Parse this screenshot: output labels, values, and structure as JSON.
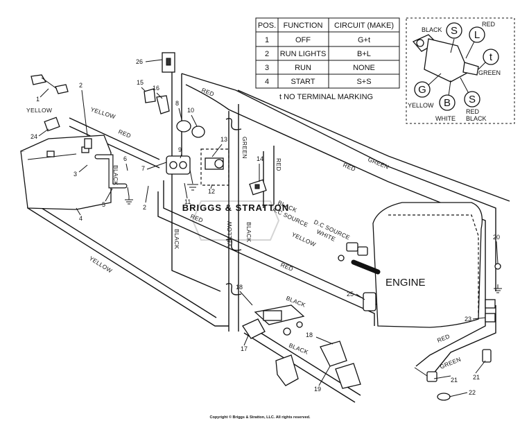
{
  "table": {
    "headers": [
      "POS.",
      "FUNCTION",
      "CIRCUIT (MAKE)"
    ],
    "rows": [
      [
        "1",
        "OFF",
        "G+t"
      ],
      [
        "2",
        "RUN LIGHTS",
        "B+L"
      ],
      [
        "3",
        "RUN",
        "NONE"
      ],
      [
        "4",
        "START",
        "S+S"
      ]
    ],
    "footnote": "t  NO TERMINAL MARKING"
  },
  "switch_detail": {
    "terminals": {
      "s_top": "S",
      "l": "L",
      "t": "t",
      "g": "G",
      "b": "B",
      "s_bottom": "S"
    },
    "labels": {
      "black": "BLACK",
      "red": "RED",
      "green": "GREEN",
      "yellow": "YELLOW",
      "white": "WHITE",
      "red_black_1": "RED",
      "red_black_2": "BLACK"
    }
  },
  "wire_labels": {
    "yellow_1": "YELLOW",
    "yellow_2": "YELLOW",
    "yellow_left": "YELLOW",
    "yellow_mid": "YELLOW",
    "yellow_engine": "YELLOW",
    "red_1": "RED",
    "red_top": "RED",
    "red_right": "RED",
    "red_2": "RED",
    "red_3": "RED",
    "red_bottom": "RED",
    "red_vertical": "RED",
    "black_1": "BLACK",
    "black_2": "BLACK",
    "black_3": "BLACK",
    "black_4": "BLACK",
    "black_5": "BLACK",
    "green_1": "GREEN",
    "green_2": "GREEN",
    "green_3": "GREEN",
    "white_1": "WHITE",
    "ac_source": "A.C SOURCE",
    "dc_source": "D.C SOURCE"
  },
  "engine_label": "ENGINE",
  "part_numbers": {
    "p1": "1",
    "p2a": "2",
    "p2b": "2",
    "p3": "3",
    "p4": "4",
    "p5": "5",
    "p6": "6",
    "p7": "7",
    "p8": "8",
    "p9": "9",
    "p10": "10",
    "p11": "11",
    "p12": "12",
    "p13": "13",
    "p14": "14",
    "p15": "15",
    "p16": "16",
    "p17": "17",
    "p18a": "18",
    "p18b": "18",
    "p19": "19",
    "p20": "20",
    "p21a": "21",
    "p21b": "21",
    "p22": "22",
    "p23": "23",
    "p24": "24",
    "p25": "25",
    "p26": "26"
  },
  "watermark": "BRIGGS & STRATTON",
  "copyright": "Copyright © Briggs & Stratton, LLC. All rights reserved."
}
